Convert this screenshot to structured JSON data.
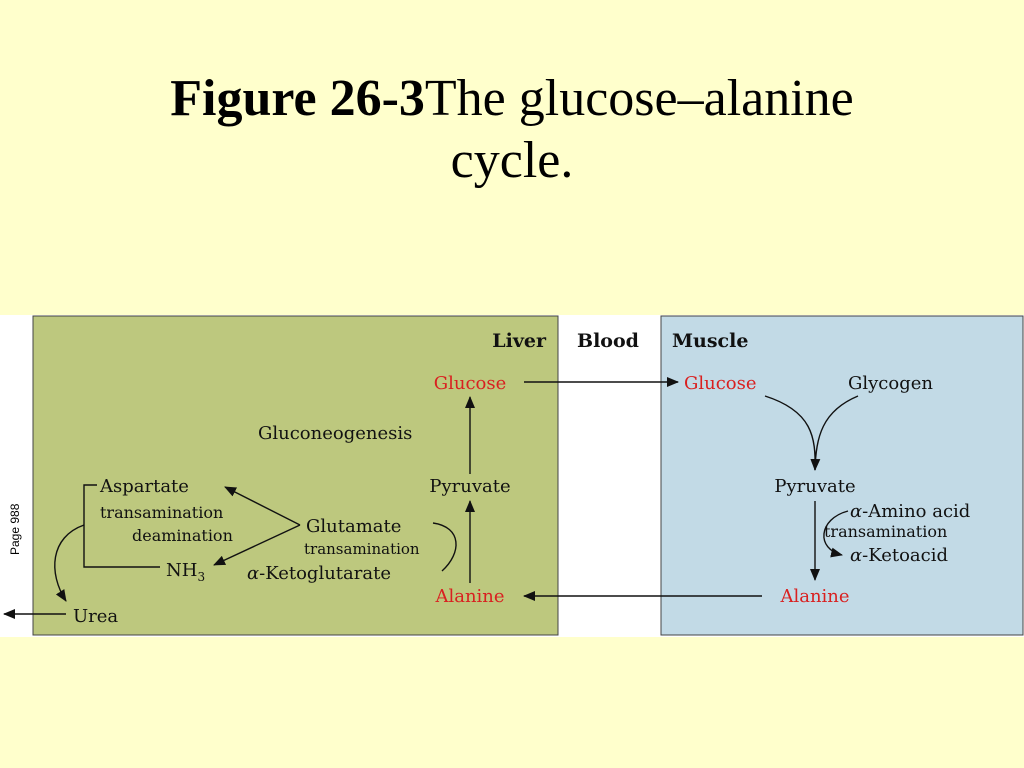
{
  "slide": {
    "title_bold": "Figure 26-3",
    "title_rest": "The glucose–alanine",
    "title_line2": "cycle.",
    "page_note": "Page 988"
  },
  "diagram": {
    "colors": {
      "liver_bg": "#bdc87e",
      "blood_bg": "#ffffff",
      "muscle_bg": "#c2dae6",
      "highlight": "#d92020",
      "text": "#111111"
    },
    "regions": {
      "liver": "Liver",
      "blood": "Blood",
      "muscle": "Muscle"
    },
    "liver": {
      "glucose": "Glucose",
      "gluconeogenesis": "Gluconeogenesis",
      "pyruvate": "Pyruvate",
      "alanine": "Alanine",
      "aspartate": "Aspartate",
      "transamination_1": "transamination",
      "deamination": "deamination",
      "glutamate": "Glutamate",
      "transamination_2": "transamination",
      "nh3": "NH",
      "nh3_sub": "3",
      "alpha": "α",
      "ketoglutarate": "-Ketoglutarate",
      "urea": "Urea"
    },
    "muscle": {
      "glucose": "Glucose",
      "glycogen": "Glycogen",
      "pyruvate": "Pyruvate",
      "alpha_1": "α",
      "amino_acid": "-Amino acid",
      "transamination": "transamination",
      "alpha_2": "α",
      "ketoacid": "-Ketoacid",
      "alanine": "Alanine"
    }
  }
}
